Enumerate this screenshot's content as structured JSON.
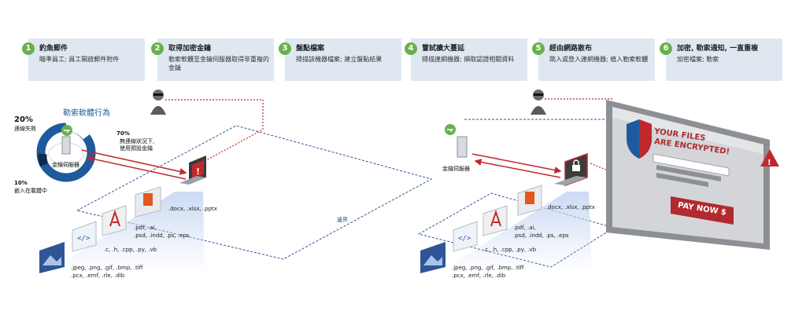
{
  "steps": [
    {
      "num": "1",
      "title": "釣魚郵件",
      "desc": "瞄準員工; 員工開啟郵件附件"
    },
    {
      "num": "2",
      "title": "取得加密金鑰",
      "desc": "勒索軟體至金鑰伺服器取得非重複的金鑰"
    },
    {
      "num": "3",
      "title": "盤點檔案",
      "desc": "掃描該機器檔案; 建立盤點結果"
    },
    {
      "num": "4",
      "title": "嘗試擴大蔓延",
      "desc": "掃描連網機器; 擷取認證相關資料"
    },
    {
      "num": "5",
      "title": "經由網路散布",
      "desc": "跳入或登入連網機器; 植入勒索軟體"
    },
    {
      "num": "6",
      "title": "加密, 勒索通知, 一直重複",
      "desc": "加密檔案; 勒索"
    }
  ],
  "left": {
    "ring_title": "勒索軟體行為",
    "stat_fail_pct": "20%",
    "stat_fail_label": "連線失敗",
    "stat_70_pct": "70%",
    "stat_70_line1": "無連線狀況下,",
    "stat_70_line2": "使用預設金鑰",
    "stat_10_pct": "10%",
    "stat_10_label": "嵌入在載體中",
    "key_server_label": "金鑰伺服器",
    "boundary_label": "邊界",
    "files_office": ".docx, .xlsx, .pptx",
    "files_adobe_1": ".pdf, .ai,",
    "files_adobe_2": ".psd, .indd, .ps, .eps",
    "files_code": ".c, .h, .cpp, .py, .vb",
    "files_img_1": ".jpeg, .png, .gif, .bmp, .tiff",
    "files_img_2": ".pcx, .emf, .rle, .dib"
  },
  "right": {
    "key_server_label": "金鑰伺服器",
    "files_office": ".docx, .xlsx, .pptx",
    "files_adobe_1": ".pdf, .ai,",
    "files_adobe_2": ".psd, .indd, .ps, .eps",
    "files_code": ".c, .h, .cpp, .py, .vb",
    "files_img_1": ".jpeg, .png, .gif, .bmp, .tiff",
    "files_img_2": ".pcx, .emf, .rle, .dib",
    "screen_line1": "YOUR FILES",
    "screen_line2": "ARE ENCRYPTED!",
    "pay_button": "PAY NOW $"
  },
  "colors": {
    "green": "#6ab04c",
    "red": "#c0282d",
    "blue_ring": "#1f5a9c",
    "step_bg": "#dfe8f1"
  }
}
